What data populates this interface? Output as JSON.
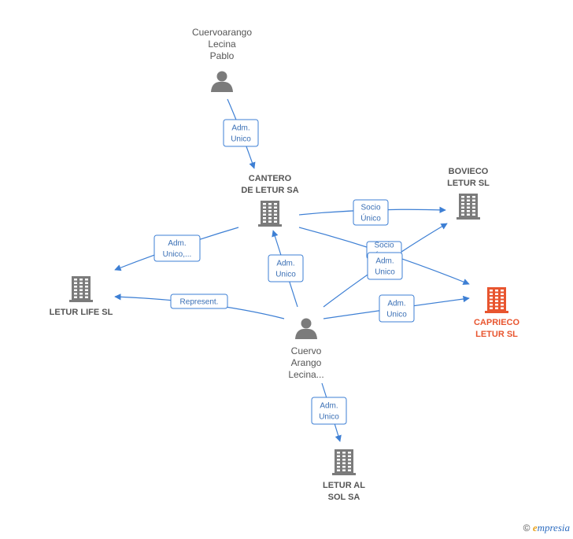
{
  "colors": {
    "edge": "#3d7fd4",
    "node": "#7b7b7b",
    "highlight": "#e8552f"
  },
  "nodes": [
    {
      "id": "cuervoarango",
      "kind": "person",
      "icon": "person-icon",
      "label": [
        "Cuervoarango",
        "Lecina",
        "Pablo"
      ]
    },
    {
      "id": "cantero",
      "kind": "company",
      "icon": "building-icon",
      "label": [
        "CANTERO",
        "DE LETUR SA"
      ]
    },
    {
      "id": "bovieco",
      "kind": "company",
      "icon": "building-icon",
      "label": [
        "BOVIECO",
        "LETUR  SL"
      ]
    },
    {
      "id": "letur-life",
      "kind": "company",
      "icon": "building-icon",
      "label": [
        "LETUR LIFE  SL"
      ]
    },
    {
      "id": "caprieco",
      "kind": "company",
      "icon": "building-icon",
      "highlight": true,
      "label": [
        "CAPRIECO",
        "LETUR  SL"
      ]
    },
    {
      "id": "cuervo",
      "kind": "person",
      "icon": "person-icon",
      "label": [
        "Cuervo",
        "Arango",
        "Lecina..."
      ]
    },
    {
      "id": "letur-al-sol",
      "kind": "company",
      "icon": "building-icon",
      "label": [
        "LETUR AL",
        "SOL SA"
      ]
    }
  ],
  "edges": [
    {
      "id": "e1",
      "from": "cuervoarango",
      "to": "cantero",
      "label": [
        "Adm.",
        "Unico"
      ]
    },
    {
      "id": "e2",
      "from": "cantero",
      "to": "bovieco",
      "label": [
        "Socio",
        "Único"
      ]
    },
    {
      "id": "e3",
      "from": "cantero",
      "to": "letur-life",
      "label": [
        "Adm.",
        "Unico,..."
      ]
    },
    {
      "id": "e4",
      "from": "cantero",
      "to": "caprieco",
      "label": [
        "Socio",
        "Único"
      ]
    },
    {
      "id": "e5",
      "from": "cuervo",
      "to": "cantero",
      "label": [
        "Adm.",
        "Unico"
      ]
    },
    {
      "id": "e6",
      "from": "cuervo",
      "to": "letur-life",
      "label": [
        "Represent."
      ]
    },
    {
      "id": "e7",
      "from": "cuervo",
      "to": "bovieco",
      "label": [
        "Adm.",
        "Unico"
      ]
    },
    {
      "id": "e8",
      "from": "cuervo",
      "to": "caprieco",
      "label": [
        "Adm.",
        "Unico"
      ]
    },
    {
      "id": "e9",
      "from": "cuervo",
      "to": "letur-al-sol",
      "label": [
        "Adm.",
        "Unico"
      ]
    }
  ],
  "watermark": {
    "copyright": "©",
    "brand_initial": "e",
    "brand_rest": "mpresia"
  }
}
